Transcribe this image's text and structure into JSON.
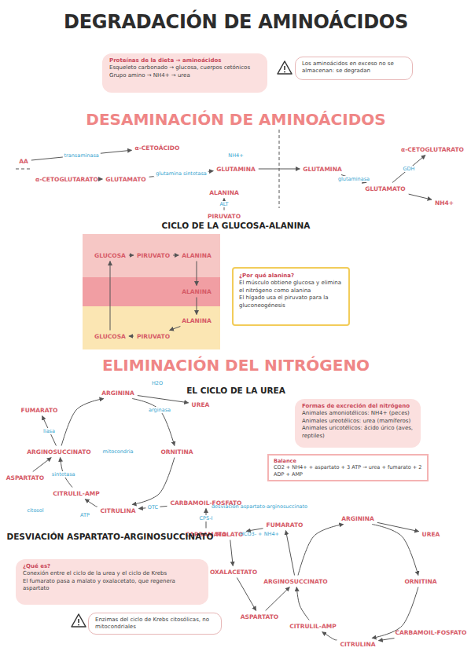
{
  "diagram": {
    "title": "DEGRADACIÓN DE AMINOÁCIDOS",
    "nodes": [
      {
        "text": [
          "Proteínas de la dieta → aminoácidos",
          "Esqueleto carbonado → glucosa, cuerpos cetónicos",
          "Grupo amino → NH4+ → urea"
        ]
      },
      {
        "text": [
          "Los aminoácidos en exceso no se almacenan: se degradan"
        ]
      },
      {
        "text": [
          "AA"
        ]
      },
      {
        "text": [
          "α-CETOGLUTARATO"
        ]
      },
      {
        "text": [
          "α-CETOÁCIDO"
        ]
      },
      {
        "text": [
          "GLUTAMATO"
        ]
      },
      {
        "text": [
          "GLUTAMINA"
        ]
      },
      {
        "text": [
          "ALANINA"
        ]
      },
      {
        "text": [
          "PIRUVATO"
        ]
      },
      {
        "text": [
          "GLUTAMINA"
        ]
      },
      {
        "text": [
          "GLUTAMATO"
        ]
      },
      {
        "text": [
          "α-CETOGLUTARATO"
        ]
      },
      {
        "text": [
          "NH4+"
        ]
      },
      {
        "text": []
      },
      {
        "text": []
      },
      {
        "text": []
      },
      {
        "text": [
          "GLUCOSA"
        ],
        "in": 13
      },
      {
        "text": [
          "PIRUVATO"
        ],
        "in": 13
      },
      {
        "text": [
          "ALANINA"
        ],
        "in": 13
      },
      {
        "text": [
          "ALANINA"
        ],
        "in": 14
      },
      {
        "text": [
          "ALANINA"
        ],
        "in": 15
      },
      {
        "text": [
          "PIRUVATO"
        ],
        "in": 15
      },
      {
        "text": [
          "GLUCOSA"
        ],
        "in": 15
      },
      {
        "text": [
          "¿Por qué alanina?",
          "El músculo obtiene glucosa y elimina el nitrógeno como alanina",
          "El hígado usa el piruvato para la gluconeogénesis"
        ]
      },
      {
        "text": [
          "ARGININA"
        ]
      },
      {
        "text": [
          "UREA"
        ]
      },
      {
        "text": [
          "ORNITINA"
        ]
      },
      {
        "text": [
          "CITRULINA"
        ]
      },
      {
        "text": [
          "ARGINOSUCCINATO"
        ]
      },
      {
        "text": [
          "FUMARATO"
        ]
      },
      {
        "text": [
          "ASPARTATO"
        ]
      },
      {
        "text": [
          "CITRULIL-AMP"
        ]
      },
      {
        "text": [
          "CARBAMOIL-FOSFATO"
        ]
      },
      {
        "text": [
          "CARBAMATO"
        ]
      },
      {
        "text": [
          "Formas de excreción del nitrógeno",
          "Animales amoniotélicos: NH4+ (peces)",
          "Animales ureotélicos: urea (mamíferos)",
          "Animales uricotélicos: ácido úrico (aves, reptiles)"
        ]
      },
      {
        "text": [
          "Balance",
          "CO2 + NH4+ + aspartato + 3 ATP → urea + fumarato + 2 ADP + AMP"
        ]
      },
      {
        "text": [
          "¿Qué es?",
          "Conexión entre el ciclo de la urea y el ciclo de Krebs",
          "El fumarato pasa a malato y oxalacetato, que regenera aspartato"
        ]
      },
      {
        "text": [
          "Enzimas del ciclo de Krebs citosólicas, no mitocondriales"
        ]
      },
      {
        "text": [
          "MALATO"
        ]
      },
      {
        "text": [
          "FUMARATO"
        ]
      },
      {
        "text": [
          "ARGININA"
        ]
      },
      {
        "text": [
          "UREA"
        ]
      },
      {
        "text": [
          "OXALACETATO"
        ]
      },
      {
        "text": [
          "ARGINOSUCCINATO"
        ]
      },
      {
        "text": [
          "ORNITINA"
        ]
      },
      {
        "text": [
          "ASPARTATO"
        ]
      },
      {
        "text": [
          "CITRULIL-AMP"
        ]
      },
      {
        "text": [
          "CARBAMOIL-FOSFATO"
        ]
      },
      {
        "text": [
          "CITRULINA"
        ]
      }
    ],
    "edges": [
      {
        "from": 2,
        "to": 4,
        "arrow": "to",
        "label": "transaminasa"
      },
      {
        "from": 3,
        "to": 5,
        "arrow": "to"
      },
      {
        "from": 5,
        "to": 6,
        "arrow": "to",
        "label": "glutamina sintetasa"
      },
      {
        "from": 8,
        "to": 7,
        "arrow": "to",
        "label": "ALT"
      },
      {
        "from": 6,
        "to": 9,
        "arrow": "to"
      },
      {
        "from": 9,
        "to": 10,
        "arrow": "to",
        "label": "glutaminasa"
      },
      {
        "from": 10,
        "to": 11,
        "arrow": "to",
        "label": "GDH"
      },
      {
        "from": 10,
        "to": 12,
        "arrow": "to"
      },
      {
        "from": 16,
        "to": 17,
        "arrow": "to"
      },
      {
        "from": 17,
        "to": 18,
        "arrow": "to"
      },
      {
        "from": 18,
        "to": 19,
        "arrow": "to"
      },
      {
        "from": 19,
        "to": 20,
        "arrow": "to"
      },
      {
        "from": 20,
        "to": 21,
        "arrow": "to"
      },
      {
        "from": 21,
        "to": 22,
        "arrow": "to"
      },
      {
        "from": 22,
        "to": 16,
        "arrow": "to"
      },
      {
        "from": 24,
        "to": 26,
        "arrow": "to",
        "label": "arginasa"
      },
      {
        "from": 24,
        "to": 25,
        "arrow": "to"
      },
      {
        "from": 26,
        "to": 27,
        "arrow": "to"
      },
      {
        "from": 33,
        "to": 32,
        "arrow": "to",
        "label": "CPS-I"
      },
      {
        "from": 32,
        "to": 27,
        "arrow": "to",
        "label": "OTC"
      },
      {
        "from": 27,
        "to": 31,
        "arrow": "to"
      },
      {
        "from": 31,
        "to": 28,
        "arrow": "to",
        "label": "sintetasa"
      },
      {
        "from": 30,
        "to": 28,
        "arrow": "to"
      },
      {
        "from": 28,
        "to": 24,
        "arrow": "to"
      },
      {
        "from": 28,
        "to": 29,
        "arrow": "to",
        "label": "liasa"
      },
      {
        "from": 40,
        "to": 44,
        "arrow": "to"
      },
      {
        "from": 40,
        "to": 41,
        "arrow": "to"
      },
      {
        "from": 44,
        "to": 48,
        "arrow": "to"
      },
      {
        "from": 47,
        "to": 48,
        "arrow": "to"
      },
      {
        "from": 48,
        "to": 46,
        "arrow": "to"
      },
      {
        "from": 46,
        "to": 43,
        "arrow": "to"
      },
      {
        "from": 45,
        "to": 43,
        "arrow": "to"
      },
      {
        "from": 43,
        "to": 40,
        "arrow": "to"
      },
      {
        "from": 43,
        "to": 39,
        "arrow": "to"
      },
      {
        "from": 39,
        "to": 38,
        "arrow": "to"
      },
      {
        "from": 38,
        "to": 42,
        "arrow": "to"
      },
      {
        "from": 42,
        "to": 45,
        "arrow": "to"
      }
    ],
    "labels": [
      "DESAMINACIÓN DE AMINOÁCIDOS",
      "CICLO DE LA GLUCOSA-ALANINA",
      "ELIMINACIÓN DEL NITRÓGENO",
      "EL CICLO DE LA UREA",
      "DESVIACIÓN ASPARTATO-ARGINOSUCCINATO",
      "NH4+",
      "H2O",
      "ATP",
      "HCO3- + NH4+",
      "desviación aspartato-arginosuccinato",
      "mitocondria",
      "citosol"
    ]
  }
}
